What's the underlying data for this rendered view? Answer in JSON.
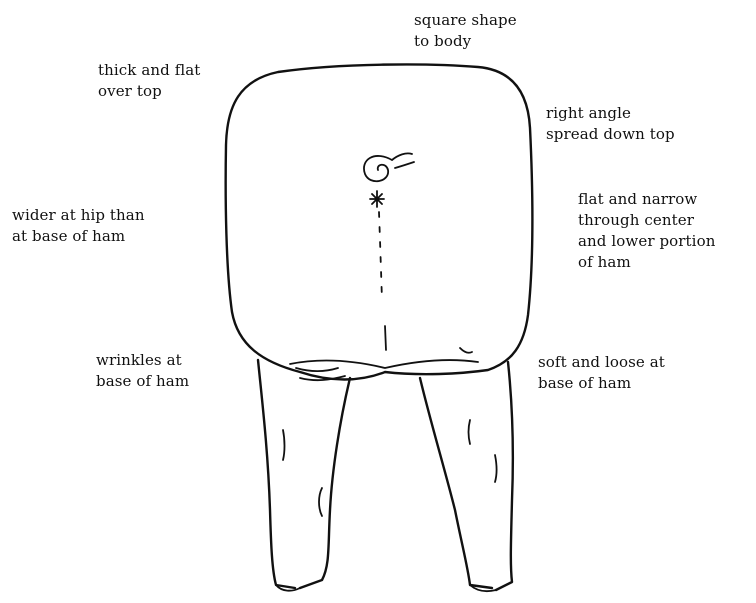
{
  "labels": {
    "square_shape": [
      "square shape",
      "to body"
    ],
    "thick_flat": [
      "thick and flat",
      "over top"
    ],
    "right_angle": [
      "right angle",
      "spread down top"
    ],
    "wider_hip": [
      "wider at hip than",
      "at base of ham"
    ],
    "flat_narrow": [
      "flat and narrow",
      "through center",
      "and lower portion",
      "of ham"
    ],
    "wrinkles": [
      "wrinkles at",
      "base of ham"
    ],
    "soft_loose": [
      "soft and loose at",
      "base of ham"
    ]
  }
}
